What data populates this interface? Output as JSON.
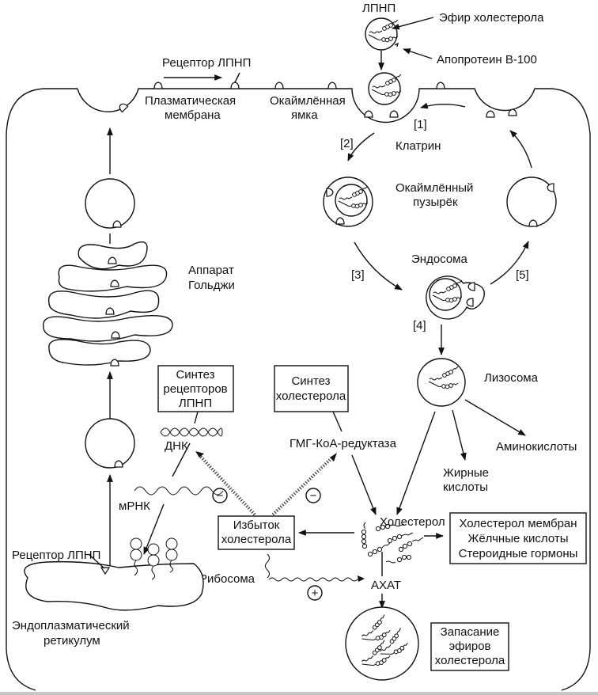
{
  "title": "Receptor-mediated endocytosis of LDL and regulation of cholesterol metabolism",
  "labels": {
    "ldl": "ЛПНП",
    "cholesterol_ester": "Эфир холестерола",
    "apoprotein": "Апопротеин В-100",
    "ldl_receptor_top": "Рецептор ЛПНП",
    "plasma_membrane_1": "Плазматическая",
    "plasma_membrane_2": "мембрана",
    "coated_pit_1": "Окаймлённая",
    "coated_pit_2": "ямка",
    "step1": "[1]",
    "step2": "[2]",
    "step3": "[3]",
    "step4": "[4]",
    "step5": "[5]",
    "clathrin": "Клатрин",
    "coated_vesicle_1": "Окаймлённый",
    "coated_vesicle_2": "пузырёк",
    "endosome": "Эндосома",
    "golgi_1": "Аппарат",
    "golgi_2": "Гольджи",
    "lysosome": "Лизосома",
    "amino_acids": "Аминокислоты",
    "fatty_acids_1": "Жирные",
    "fatty_acids_2": "кислоты",
    "dna": "ДНК",
    "mrna": "мРНК",
    "hmg_coa": "ГМГ-КоА-редуктаза",
    "cholesterol": "Холестерол",
    "acat": "АХАТ",
    "ribosome": "Рибосома",
    "ldl_receptor_er": "Рецептор ЛПНП",
    "er_1": "Эндоплазматический",
    "er_2": "ретикулум",
    "minus_sign": "−",
    "plus_sign": "+"
  },
  "boxes": {
    "receptor_synthesis": [
      "Синтез",
      "рецепторов",
      "ЛПНП"
    ],
    "cholesterol_synthesis": [
      "Синтез",
      "холестерола"
    ],
    "excess_cholesterol": [
      "Избыток",
      "холестерола"
    ],
    "cholesterol_uses": [
      "Холестерол мембран",
      "Жёлчные кислоты",
      "Стероидные гормоны"
    ],
    "ester_storage": [
      "Запасание",
      "эфиров",
      "холестерола"
    ]
  }
}
